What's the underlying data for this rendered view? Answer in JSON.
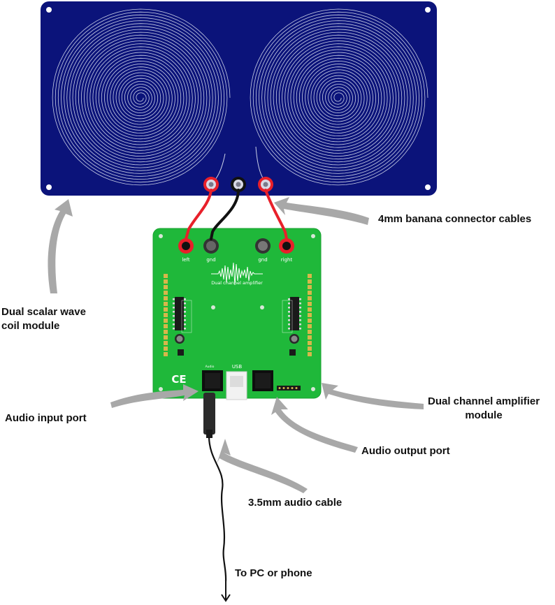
{
  "callouts": {
    "banana_cables": "4mm banana connector cables",
    "coil_module_line1": "Dual scalar wave",
    "coil_module_line2": "coil module",
    "audio_input": "Audio input port",
    "amplifier_line1": "Dual channel amplifier",
    "amplifier_line2": "module",
    "audio_output": "Audio output port",
    "audio_cable": "3.5mm audio cable",
    "destination": "To PC or phone"
  },
  "board": {
    "left_label": "left",
    "gnd_left_label": "gnd",
    "gnd_right_label": "gnd",
    "right_label": "right",
    "title": "Dual channel amplifier",
    "usb_label": "USB",
    "audio_jack_label": "Audio",
    "ce_mark": "CE"
  },
  "colors": {
    "coil_board": "#0b137a",
    "coil_trace": "#c9cfe6",
    "pcb": "#1fb83a",
    "pcb_edge": "#17a02f",
    "connector_red": "#e8202a",
    "connector_black": "#111111",
    "arrow_gray": "#a8a8a8"
  }
}
